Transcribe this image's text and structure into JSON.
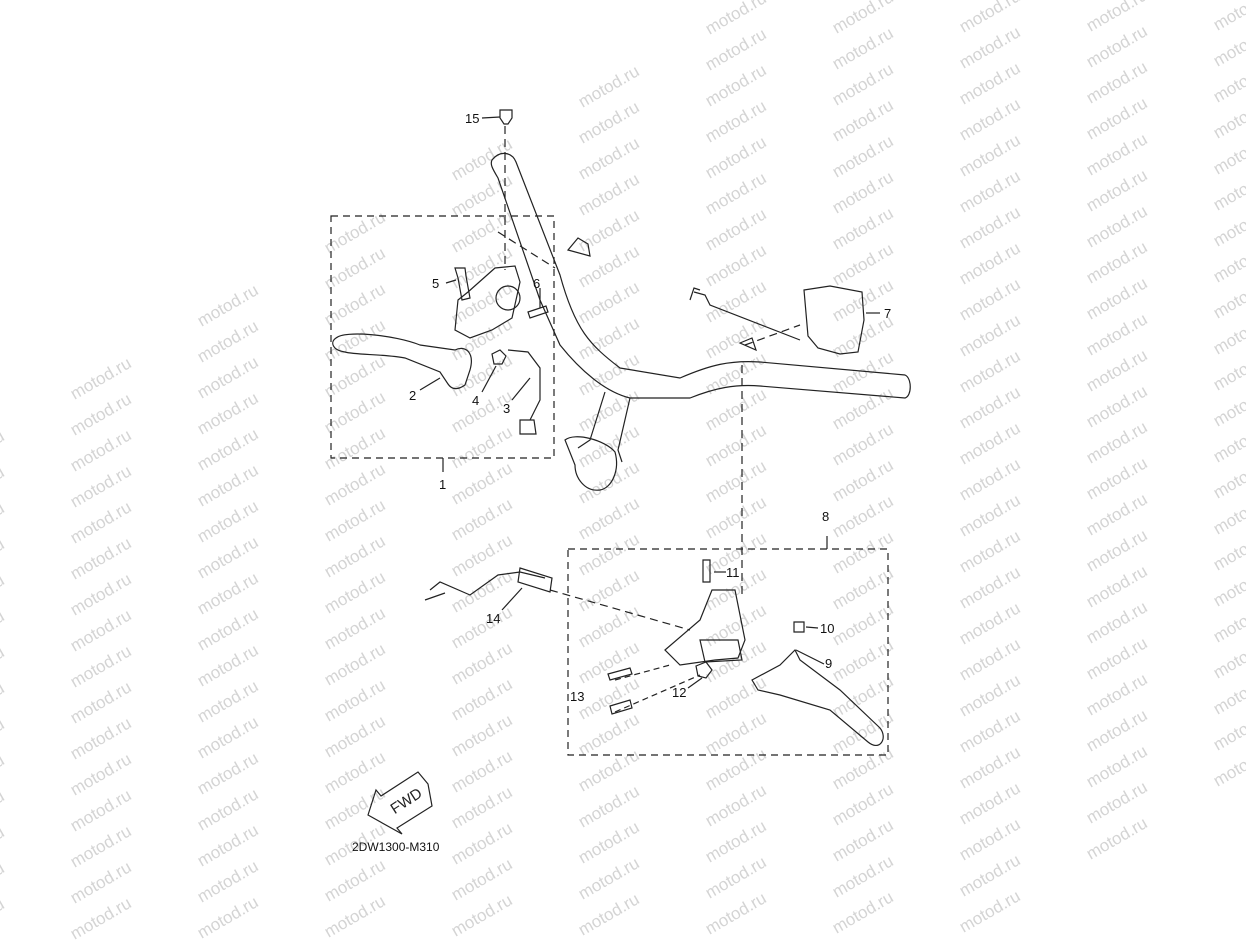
{
  "watermark": {
    "text": "motod.ru",
    "color": "#d4d4d4"
  },
  "diagram_code": "2DW1300-M310",
  "fwd_label": "FWD",
  "callouts": [
    {
      "id": "c1",
      "label": "1"
    },
    {
      "id": "c2",
      "label": "2"
    },
    {
      "id": "c3",
      "label": "3"
    },
    {
      "id": "c4",
      "label": "4"
    },
    {
      "id": "c5",
      "label": "5"
    },
    {
      "id": "c6",
      "label": "6"
    },
    {
      "id": "c7",
      "label": "7"
    },
    {
      "id": "c8",
      "label": "8"
    },
    {
      "id": "c9",
      "label": "9"
    },
    {
      "id": "c10",
      "label": "10"
    },
    {
      "id": "c11",
      "label": "11"
    },
    {
      "id": "c12",
      "label": "12"
    },
    {
      "id": "c13",
      "label": "13"
    },
    {
      "id": "c14",
      "label": "14"
    },
    {
      "id": "c15",
      "label": "15"
    }
  ]
}
